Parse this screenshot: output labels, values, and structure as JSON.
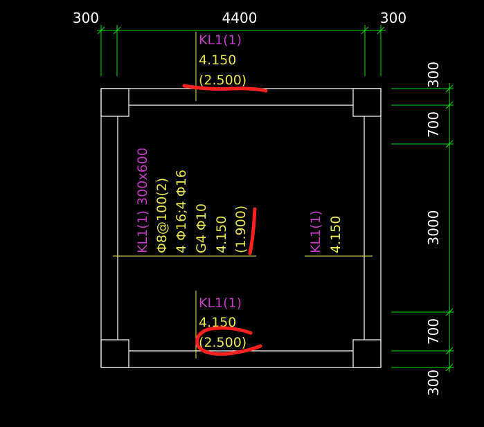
{
  "dimensions": {
    "top": [
      "300",
      "4400",
      "300"
    ],
    "right": [
      "300",
      "700",
      "3000",
      "700",
      "300"
    ]
  },
  "beam_top": {
    "name": "KL1(1)",
    "elevation": "4.150",
    "offset": "(2.500)"
  },
  "beam_bottom": {
    "name": "KL1(1)",
    "elevation": "4.150",
    "offset": "(2.500)"
  },
  "beam_left": {
    "name": "KL1(1)",
    "section": "300x600",
    "stirrup": "Φ8@100(2)",
    "longitudinal": "4 Φ16;4 Φ16",
    "side_bars": "G4 Φ10",
    "elevation": "4.150",
    "offset": "(1.900)"
  },
  "beam_right": {
    "name": "KL1(1)",
    "elevation": "4.150"
  },
  "colors": {
    "background": "#000000",
    "dimension": "#00e000",
    "beam_name": "#c03cc0",
    "beam_text": "#e6e650",
    "outline": "#ffffff",
    "highlight_mark": "#ff2020"
  }
}
